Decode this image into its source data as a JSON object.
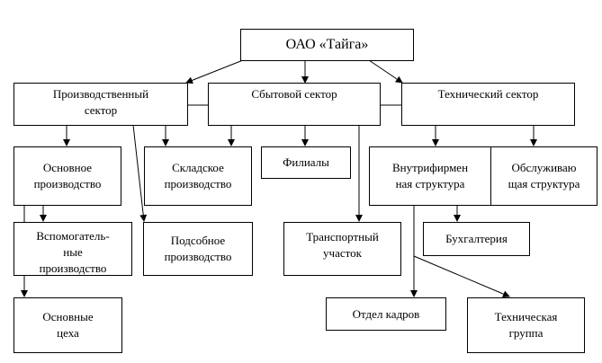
{
  "diagram": {
    "root": "ОАО «Тайга»",
    "sectors": {
      "production": "Производственный\nсектор",
      "sales": "Сбытовой сектор",
      "technical": "Технический сектор"
    },
    "units": {
      "main_production": "Основное\nпроизводство",
      "warehouse": "Складское\nпроизводство",
      "branches": "Филиалы",
      "internal_structure": "Внутрифирмен\nная структура",
      "service_structure": "Обслуживаю\nщая структура",
      "auxiliary_production": "Вспомогатель-\nные\nпроизводство",
      "subsidiary_production": "Подсобное\nпроизводство",
      "transport": "Транспортный\nучасток",
      "accounting": "Бухгалтерия",
      "main_shops": "Основные\nцеха",
      "hr": "Отдел кадров",
      "tech_group": "Техническая\nгруппа"
    }
  }
}
